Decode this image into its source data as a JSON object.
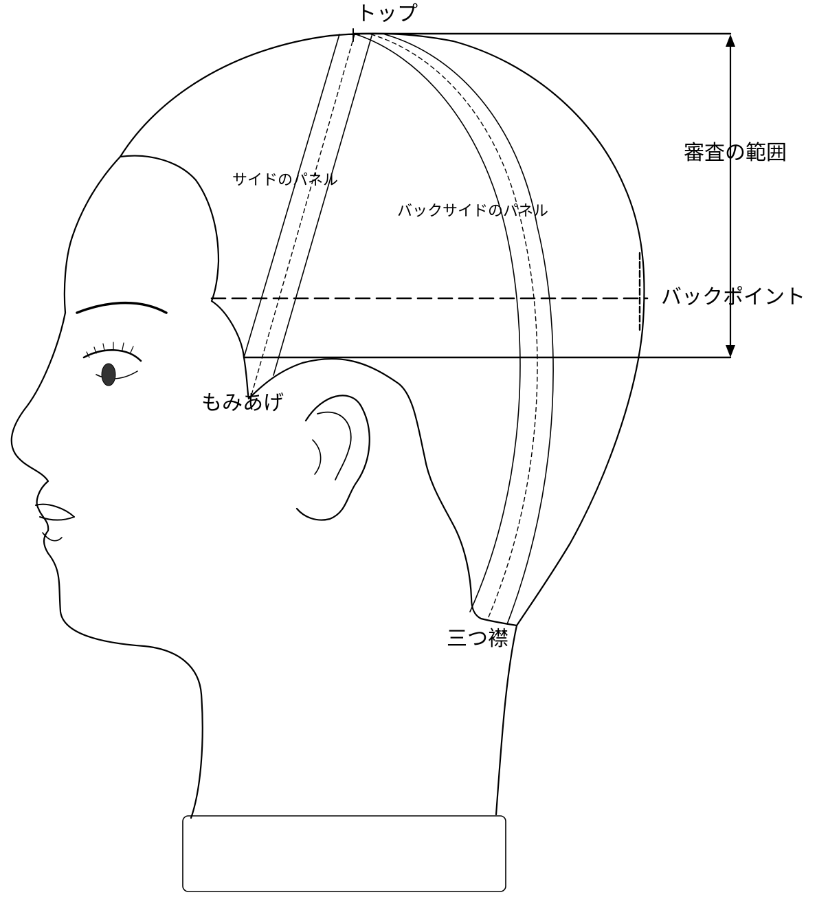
{
  "diagram": {
    "labels": {
      "top": "トップ",
      "side_panel": "サイドのパネル",
      "backside_panel": "バックサイドのパネル",
      "inspection_range": "審査の範囲",
      "back_point": "バックポイント",
      "sideburn": "もみあげ",
      "nape": "三つ襟"
    },
    "line_color": "#000000",
    "background": "#ffffff"
  }
}
